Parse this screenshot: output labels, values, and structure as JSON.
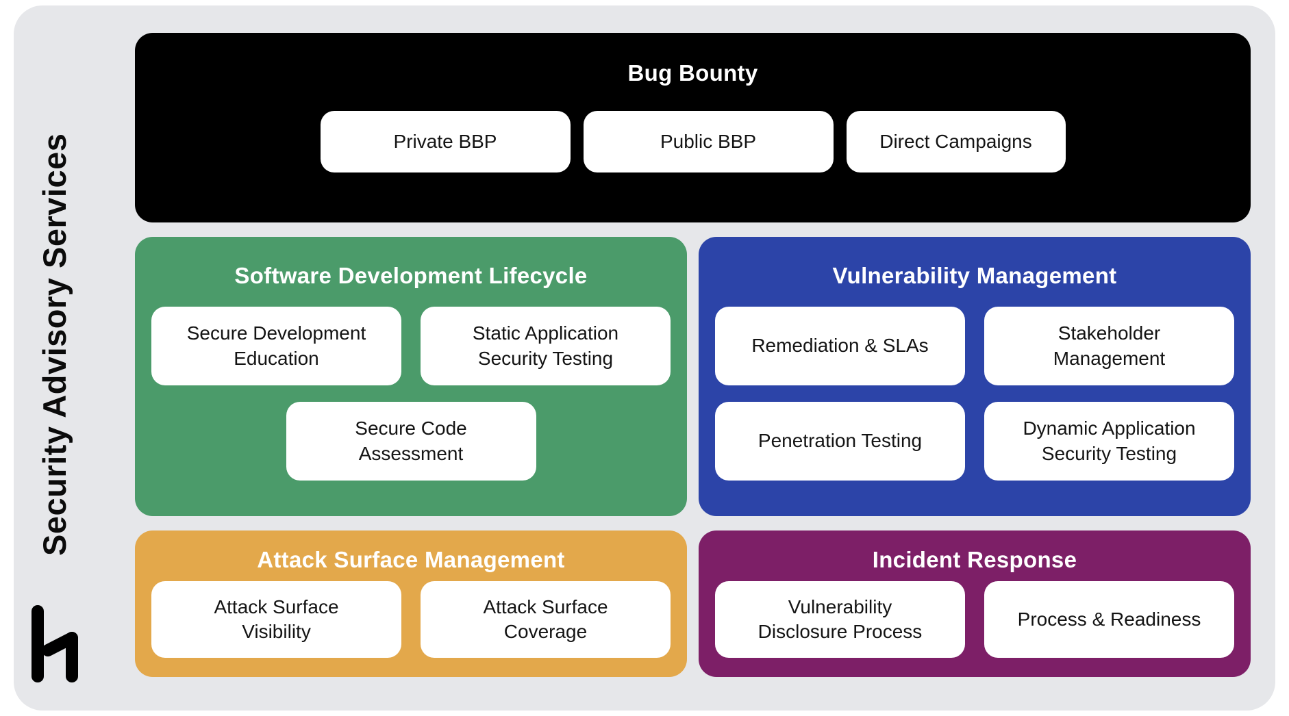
{
  "page": {
    "title_vertical": "Security Advisory Services",
    "logo_icon": "hackerone-h1-logo",
    "colors": {
      "background": "#e6e7ea",
      "bug_bounty": "#000000",
      "sdlc": "#4b9b6a",
      "vuln_mgmt": "#2c44a8",
      "asm": "#e3a84b",
      "incident_response": "#7d1f67",
      "card": "#ffffff",
      "section_title_text": "#ffffff",
      "card_text": "#141414"
    }
  },
  "sections": {
    "bug_bounty": {
      "title": "Bug Bounty",
      "items": [
        "Private BBP",
        "Public BBP",
        "Direct Campaigns"
      ]
    },
    "sdlc": {
      "title": "Software Development Lifecycle",
      "items": [
        "Secure Development Education",
        "Static Application Security Testing",
        "Secure Code Assessment"
      ]
    },
    "vuln_mgmt": {
      "title": "Vulnerability Management",
      "items": [
        "Remediation & SLAs",
        "Stakeholder Management",
        "Penetration Testing",
        "Dynamic Application Security Testing"
      ]
    },
    "asm": {
      "title": "Attack Surface Management",
      "items": [
        "Attack Surface Visibility",
        "Attack Surface Coverage"
      ]
    },
    "incident_response": {
      "title": "Incident Response",
      "items": [
        "Vulnerability Disclosure Process",
        "Process & Readiness"
      ]
    }
  }
}
